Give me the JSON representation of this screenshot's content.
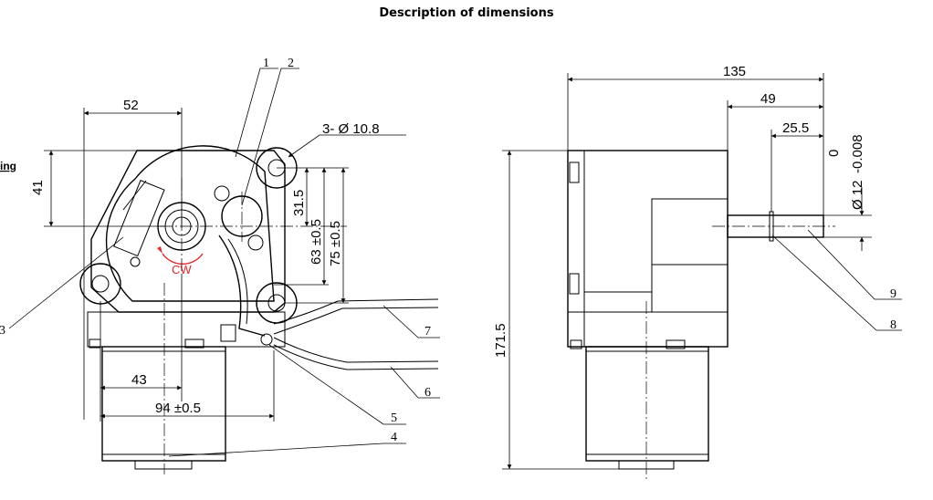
{
  "title": "Description of dimensions",
  "edge_label": "ing",
  "front_view": {
    "dims": {
      "d52": "52",
      "d41": "41",
      "d31_5": "31.5",
      "d63": "63 ±0.5",
      "d75": "75 ±0.5",
      "d43": "43",
      "d94": "94 ±0.5",
      "hole": "3- Ø 10.8"
    },
    "rotation": "CW",
    "callouts": [
      "1",
      "2",
      "3",
      "4",
      "5",
      "6",
      "7"
    ]
  },
  "side_view": {
    "dims": {
      "d135": "135",
      "d49": "49",
      "d25_5": "25.5",
      "d171_5": "171.5",
      "shaft_dia": "Ø 12",
      "tol_upper": "0",
      "tol_lower": "-0.008"
    },
    "callouts": [
      "8",
      "9"
    ]
  }
}
